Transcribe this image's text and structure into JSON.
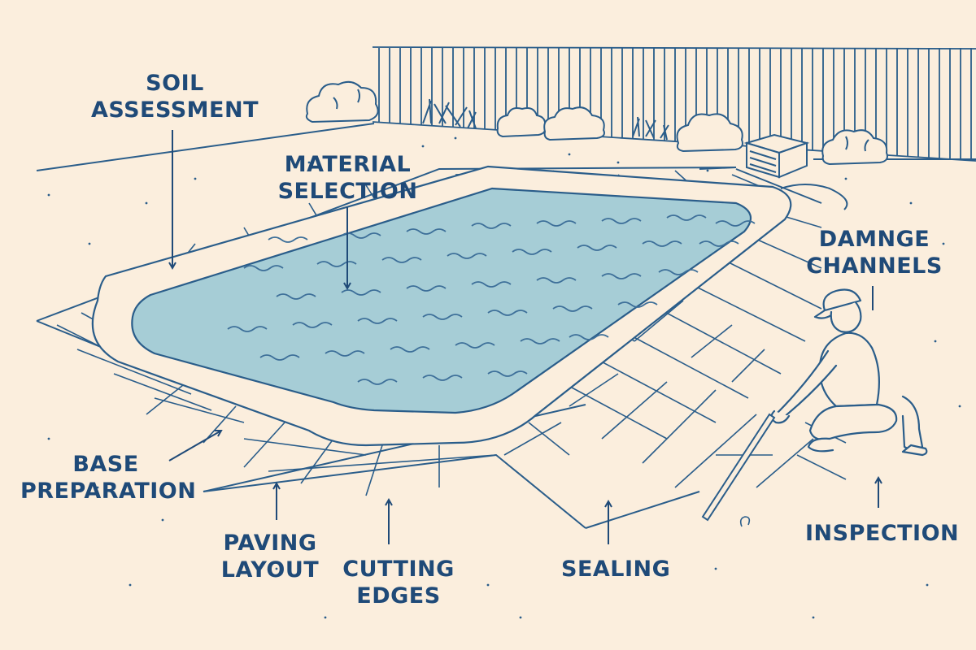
{
  "colors": {
    "background": "#fbeedd",
    "ink": "#2a5d8a",
    "label": "#1f4a78",
    "water": "#a6cdd6",
    "wave": "#3d6f99"
  },
  "labels": {
    "soil": {
      "line1": "SOIL",
      "line2": "ASSESSMENT"
    },
    "material": {
      "line1": "MATERIAL",
      "line2": "SELECTION"
    },
    "drainage": {
      "line1": "DAMNGE",
      "line2": "CHANNELS"
    },
    "base": {
      "line1": "BASE",
      "line2": "PREPARATION"
    },
    "paving": {
      "line1": "PAVING",
      "line2": "LAYOUT"
    },
    "cutting": {
      "line1": "CUTTING",
      "line2": "EDGES"
    },
    "sealing": {
      "line1": "SEALING"
    },
    "inspection": {
      "line1": "INSPECTION"
    }
  },
  "icons": [
    "pool-illustration",
    "worker-figure",
    "fence",
    "shrub",
    "pump-box",
    "level-tool"
  ]
}
